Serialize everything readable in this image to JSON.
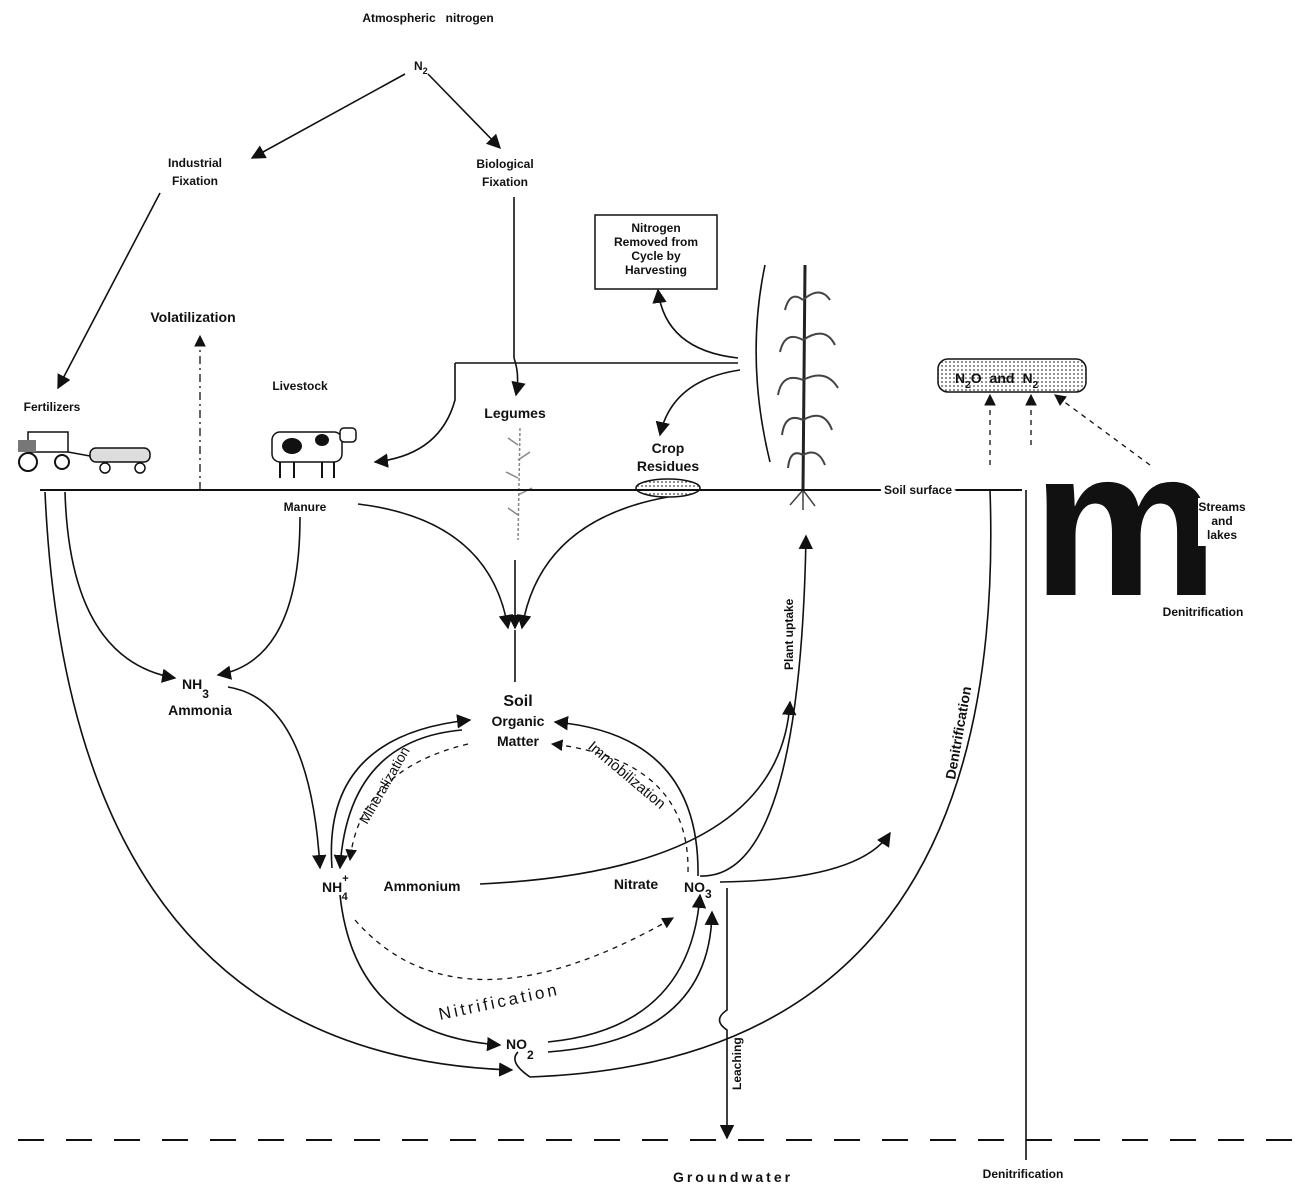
{
  "atmosphere": {
    "title": "Atmospheric   nitrogen",
    "formula": "N",
    "formula_sub": "2"
  },
  "fixation": {
    "industrial_line1": "Industrial",
    "industrial_line2": "Fixation",
    "biological_line1": "Biological",
    "biological_line2": "Fixation"
  },
  "harvest_box": {
    "line1": "Nitrogen",
    "line2": "Removed from",
    "line3": "Cycle by",
    "line4": "Harvesting"
  },
  "sources": {
    "volatilization": "Volatilization",
    "fertilizers": "Fertilizers",
    "livestock": "Livestock",
    "legumes": "Legumes",
    "crop_residues_line1": "Crop",
    "crop_residues_line2": "Residues",
    "manure": "Manure"
  },
  "gas_box": {
    "n2o": "N",
    "n2o_sub": "2",
    "n2o_o": "O",
    "and": "and",
    "n2": "N",
    "n2_sub": "2"
  },
  "soil_surface": "Soil surface",
  "streams_lakes": {
    "line1": "Streams",
    "line2": "and",
    "line3": "lakes"
  },
  "compounds": {
    "nh3": "NH",
    "nh3_sub": "3",
    "ammonia": "Ammonia",
    "soil_om_line1": "Soil",
    "soil_om_line2": "Organic",
    "soil_om_line3": "Matter",
    "nh4": "NH",
    "nh4_sup": "+",
    "nh4_sub": "4",
    "ammonium": "Ammonium",
    "nitrate": "Nitrate",
    "no3": "NO",
    "no3_sub": "3",
    "no2": "NO",
    "no2_sub": "2"
  },
  "processes": {
    "mineralization": "Mineralization",
    "immobilization": "Immobilization",
    "nitrification": "Nitrification",
    "plant_uptake": "Plant uptake",
    "denitrification_curve": "Denitrification",
    "denitrification_right": "Denitrification",
    "denitrification_bottom": "Denitrification",
    "leaching": "Leaching"
  },
  "groundwater": "Groundwater"
}
